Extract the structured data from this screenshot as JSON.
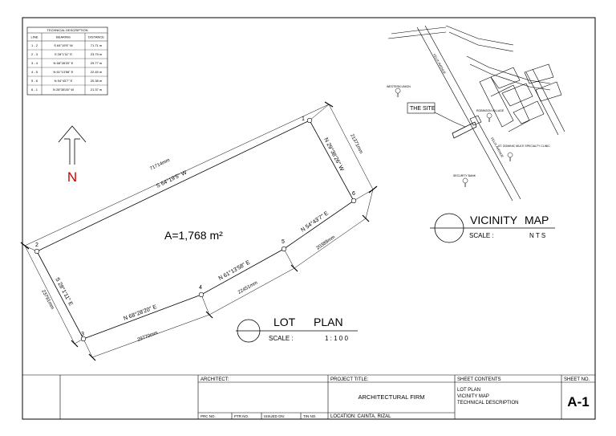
{
  "technical_description": {
    "title": "TECHNICAL DESCRIPTION",
    "headers": [
      "LINE",
      "BEARING",
      "DISTANCE"
    ],
    "rows": [
      [
        "1 - 2",
        "S 64°19'5\" W",
        "71.71 m"
      ],
      [
        "2 - 3",
        "S 28°1'11\" E",
        "23.79 m"
      ],
      [
        "3 - 4",
        "N 68°28'20\" E",
        "29.77 m"
      ],
      [
        "4 - 5",
        "N 61°13'58\" E",
        "22.45 m"
      ],
      [
        "5 - 6",
        "N 54°43'7\" E",
        "20.38 m"
      ],
      [
        "6 - 1",
        "N 28°38'26\" W",
        "21.37 m"
      ]
    ]
  },
  "north_arrow": {
    "label": "N",
    "color": "#cc0000"
  },
  "lot_plan": {
    "area": "A=1,768 m²",
    "points": [
      "1",
      "2",
      "3",
      "4",
      "5",
      "6"
    ],
    "bearings": {
      "b12": "S 64°19'5\" W",
      "b23": "S 28°1'11\" E",
      "b34": "N 68°28'20\" E",
      "b45": "N 61°13'58\" E",
      "b56": "N 54°43'7\" E",
      "b61": "N 29°38'26\" W"
    },
    "dimensions": {
      "d12": "71714mm",
      "d23": "23791mm",
      "d34": "29770mm",
      "d45": "22451mm",
      "d56": "20388mm",
      "d61": "21371mm"
    },
    "title_left": "LOT",
    "title_right": "PLAN",
    "scale_label": "SCALE :",
    "scale_value": "1 : 1 0 0"
  },
  "vicinity_map": {
    "road_left": "FELIX AVENUE",
    "road_right": "FELIX AVENUE",
    "site_label": "THE SITE",
    "pois": [
      "WESTERN UNION",
      "ROBINSON VILLAGE",
      "ST. DOMINIC MULTI SPECIALTY CLINIC",
      "SECURITY BANK"
    ],
    "title_left": "VICINITY",
    "title_right": "MAP",
    "scale_label": "SCALE :",
    "scale_value": "N T S"
  },
  "title_block": {
    "architect_label": "ARCHITECT:",
    "prc_label": "PRC NO.",
    "ptr_label": "PTR NO.",
    "issued_label": "ISSUED ON:",
    "tin_label": "TIN NO.",
    "project_title_label": "PROJECT TITLE:",
    "project_name": "ARCHITECTURAL FIRM",
    "location": "LOCATION: CAINTA, RIZAL",
    "sheet_contents_label": "SHEET CONTENTS",
    "sheet_contents": [
      "LOT PLAN",
      "VICINITY MAP",
      "TECHNICAL DESCRIPTION"
    ],
    "sheet_no_label": "SHEET NO.",
    "sheet_no": "A-1"
  }
}
